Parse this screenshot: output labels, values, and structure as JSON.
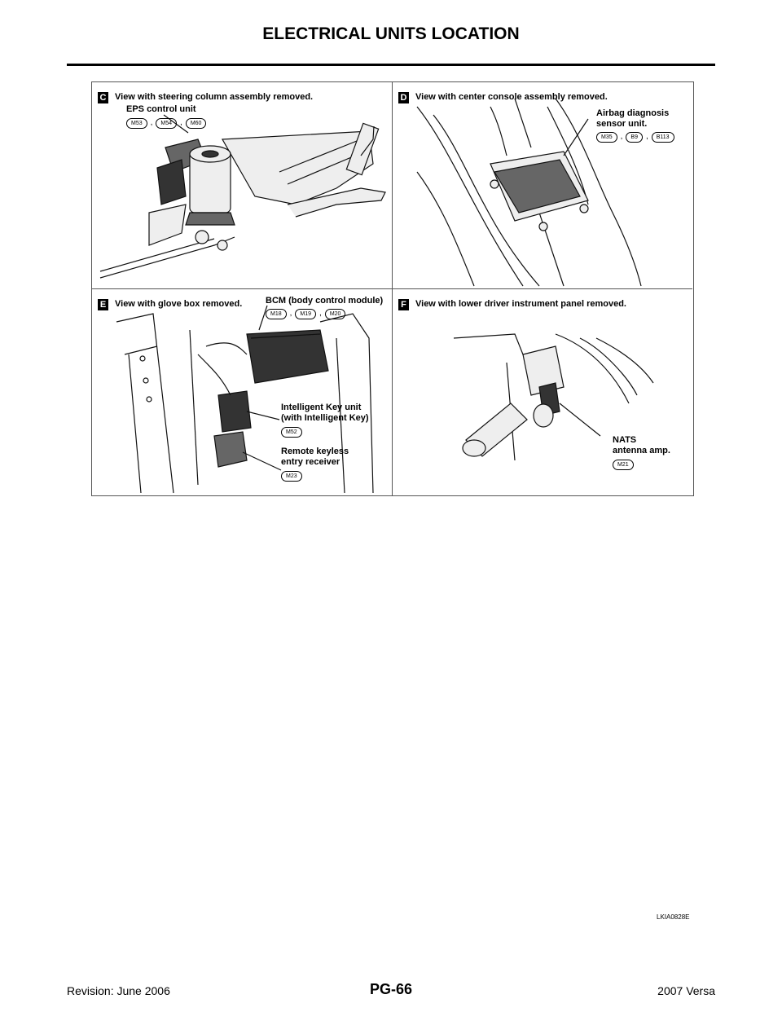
{
  "page": {
    "title": "ELECTRICAL UNITS LOCATION",
    "figure_code": "LKIA0828E"
  },
  "panels": {
    "c": {
      "letter": "C",
      "caption": "View with steering column assembly removed.",
      "label": "EPS control unit",
      "connectors": [
        "M53",
        "M54",
        "M60"
      ]
    },
    "d": {
      "letter": "D",
      "caption": "View with center console assembly removed.",
      "label_line1": "Airbag diagnosis",
      "label_line2": "sensor unit.",
      "connectors": [
        "M35",
        "B9",
        "B113"
      ]
    },
    "e": {
      "letter": "E",
      "caption": "View with glove box removed.",
      "bcm_label": "BCM (body control module)",
      "bcm_connectors": [
        "M18",
        "M19",
        "M20"
      ],
      "ikey_line1": "Intelligent Key unit",
      "ikey_line2": "(with Intelligent Key)",
      "ikey_connector": "M52",
      "rke_line1": "Remote keyless",
      "rke_line2": "entry receiver",
      "rke_connector": "M23"
    },
    "f": {
      "letter": "F",
      "caption": "View with lower driver instrument panel removed.",
      "label_line1": "NATS",
      "label_line2": "antenna amp.",
      "connector": "M21"
    }
  },
  "footer": {
    "revision": "Revision: June 2006",
    "page_number": "PG-66",
    "model": "2007 Versa"
  }
}
